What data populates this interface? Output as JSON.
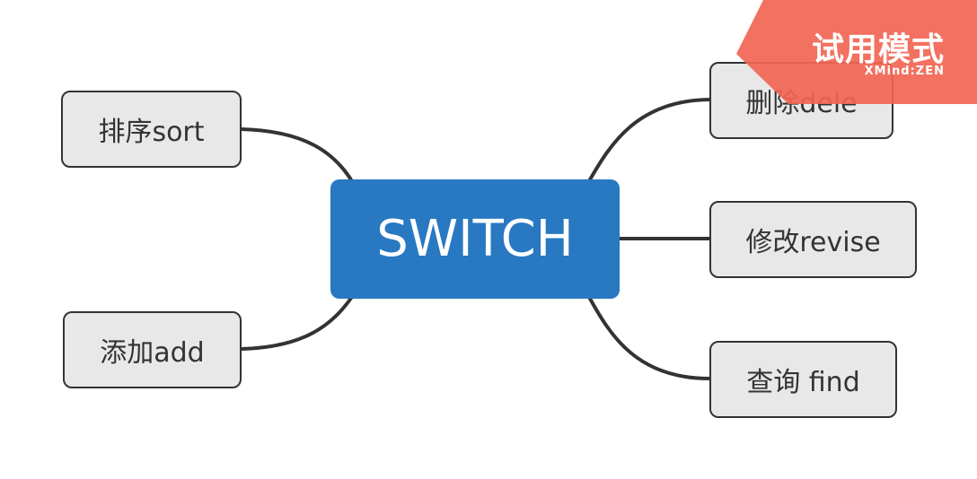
{
  "colors": {
    "central_fill": "#2878c2",
    "branch_fill": "#e8e8e8",
    "line": "#333333",
    "watermark": "#f26553"
  },
  "central": {
    "label": "SWITCH"
  },
  "branches": {
    "sort": "排序sort",
    "add": "添加add",
    "dele": "删除dele",
    "revise": "修改revise",
    "find": "查询 find"
  },
  "watermark": {
    "title": "试用模式",
    "brand": "XMind:ZEN"
  }
}
